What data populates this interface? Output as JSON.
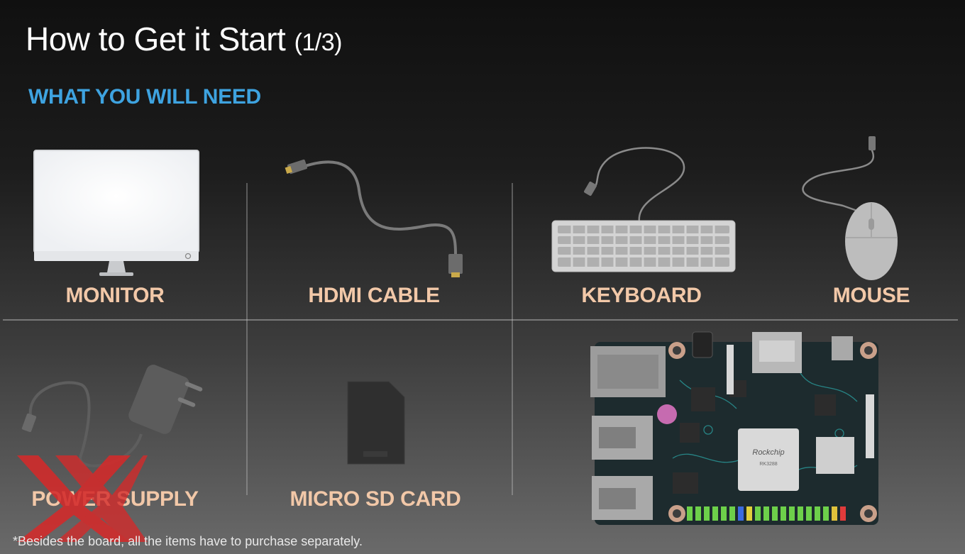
{
  "slide": {
    "title": "How to Get it Start",
    "title_suffix": "(1/3)",
    "subtitle": "WHAT YOU WILL NEED",
    "footnote": "*Besides the board, all the items have to purchase separately.",
    "items": {
      "monitor": "MONITOR",
      "hdmi_cable": "HDMI CABLE",
      "keyboard": "KEYBOARD",
      "mouse": "MOUSE",
      "power_supply": "POWER SUPPLY",
      "micro_sd_card": "MICRO SD CARD"
    },
    "board_chip_text": "Rockchip",
    "board_chip_model": "RK3288"
  },
  "icons": [
    "monitor-icon",
    "hdmi-cable-icon",
    "keyboard-icon",
    "mouse-icon",
    "power-supply-icon",
    "micro-sd-card-icon",
    "board-image",
    "watermark-logo"
  ],
  "colors": {
    "title": "#ffffff",
    "subtitle": "#3ea3e0",
    "labels": "#f2c8a8",
    "watermark": "#d42a2a"
  }
}
